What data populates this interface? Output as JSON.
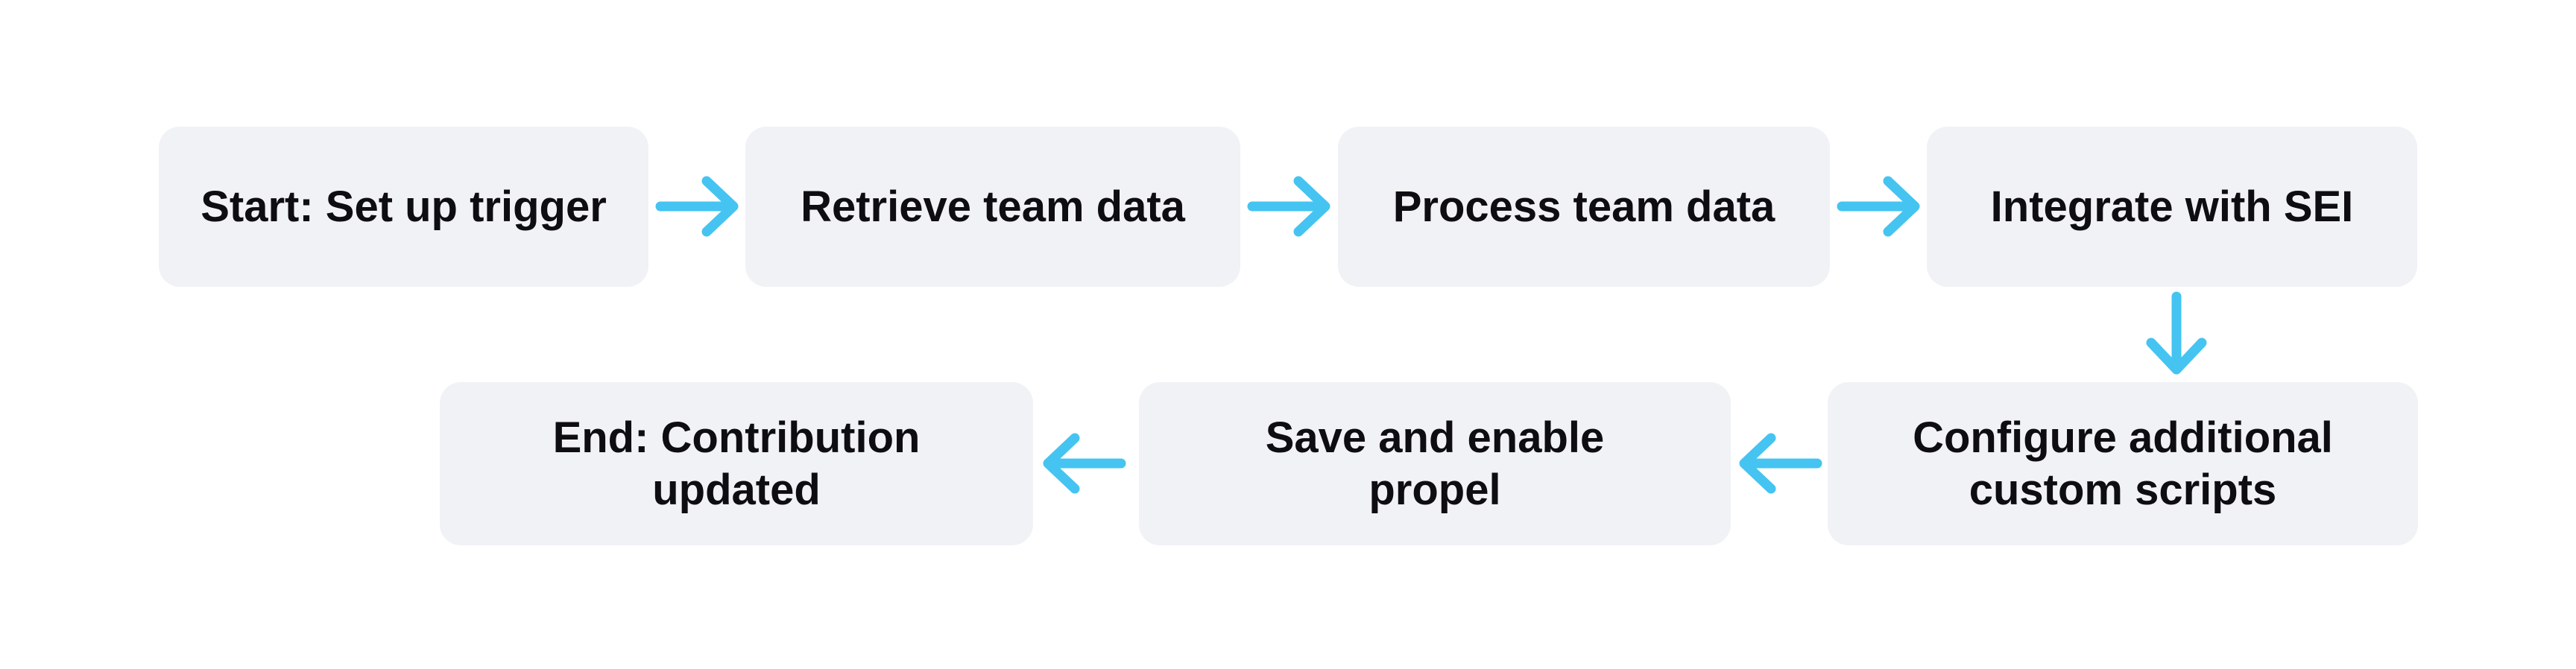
{
  "diagram": {
    "type": "flowchart",
    "direction": "left-to-right, then wraps to second row right-to-left",
    "nodes": [
      {
        "id": "start",
        "label": "Start: Set up trigger"
      },
      {
        "id": "retrieve",
        "label": "Retrieve team data"
      },
      {
        "id": "process",
        "label": "Process team data"
      },
      {
        "id": "integrate",
        "label": "Integrate with SEI"
      },
      {
        "id": "configure",
        "label": "Configure additional custom scripts"
      },
      {
        "id": "save",
        "label": "Save and enable propel"
      },
      {
        "id": "end",
        "label": "End: Contribution updated"
      }
    ],
    "edges": [
      {
        "from": "start",
        "to": "retrieve",
        "direction": "right"
      },
      {
        "from": "retrieve",
        "to": "process",
        "direction": "right"
      },
      {
        "from": "process",
        "to": "integrate",
        "direction": "right"
      },
      {
        "from": "integrate",
        "to": "configure",
        "direction": "down"
      },
      {
        "from": "configure",
        "to": "save",
        "direction": "left"
      },
      {
        "from": "save",
        "to": "end",
        "direction": "left"
      }
    ]
  },
  "colors": {
    "background": "#FFFFFF",
    "node_fill": "#F1F2F6",
    "node_text": "#0D0D12",
    "arrow": "#45C4F1"
  }
}
